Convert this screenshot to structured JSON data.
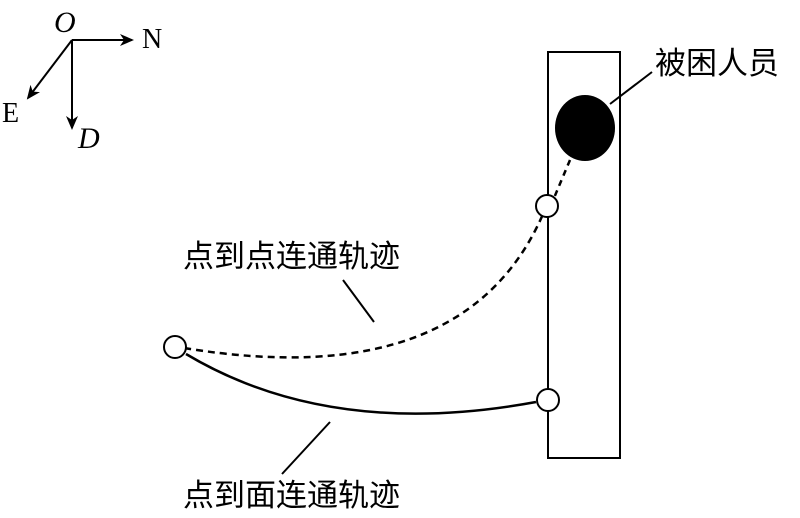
{
  "axes": {
    "origin": "O",
    "north": "N",
    "east": "E",
    "down": "D"
  },
  "labels": {
    "trapped_person": "被困人员",
    "point_to_point": "点到点连通轨迹",
    "point_to_surface": "点到面连通轨迹"
  },
  "colors": {
    "stroke": "#000000",
    "fill_person": "#000000",
    "background": "#ffffff"
  }
}
